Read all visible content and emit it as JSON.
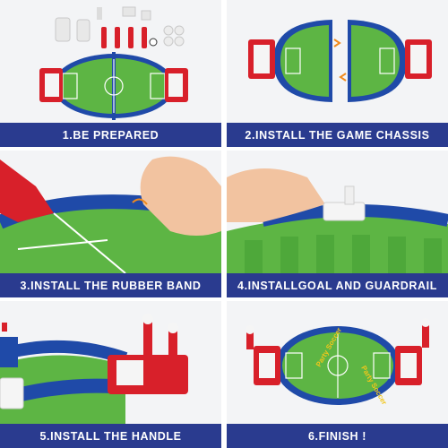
{
  "steps": [
    {
      "caption": "1.BE PREPARED"
    },
    {
      "caption": "2.INSTALL THE GAME CHASSIS"
    },
    {
      "caption": "3.INSTALL THE RUBBER BAND"
    },
    {
      "caption": "4.INSTALLGOAL AND GUARDRAIL"
    },
    {
      "caption": "5.INSTALL THE HANDLE"
    },
    {
      "caption": "6.FINISH !"
    }
  ],
  "field_text": "Party Soccer",
  "colors": {
    "caption_bg": "#2a3b8f",
    "field_light": "#6fc24a",
    "field_dark": "#4ea83a",
    "rail_blue": "#1f4aa8",
    "goal_red": "#d8202a"
  }
}
